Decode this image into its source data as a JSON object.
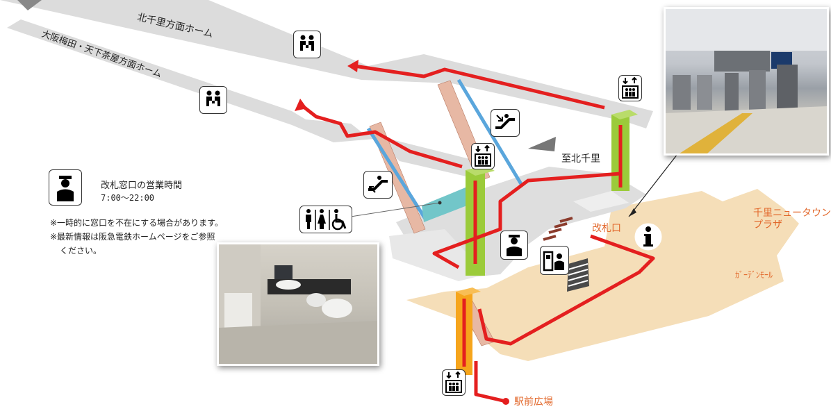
{
  "platforms": {
    "north": "北千里方面ホーム",
    "south": "大阪梅田・天下茶屋方面ホーム"
  },
  "direction_label": "至北千里",
  "ticket_gate_label": "改札口",
  "plaza_label_line1": "千里ニュータウン",
  "plaza_label_line2": "プラザ",
  "mall_label": "ｶﾞｰﾃﾞﾝﾓｰﾙ",
  "station_front_label": "駅前広場",
  "info": {
    "title": "改札窓口の営業時間",
    "hours": "7:00～22:00",
    "note1": "※一時的に窓口を不在にする場合があります。",
    "note2": "※最新情報は阪急電鉄ホームページをご参照",
    "note3": "ください。"
  },
  "colors": {
    "route": "#e41f1f",
    "floor": "#f5deb8",
    "platform": "#dcdcdc",
    "elevator_green": "#9bcb3a",
    "elevator_orange": "#f6a51c",
    "escalator_blue": "#5aa6dc",
    "label_orange": "#e2672a"
  },
  "icons": [
    "waiting-room-icon",
    "elevator-icon",
    "escalator-down-icon",
    "escalator-up-icon",
    "toilet-icon",
    "station-staff-icon",
    "ticket-office-icon",
    "information-icon"
  ]
}
